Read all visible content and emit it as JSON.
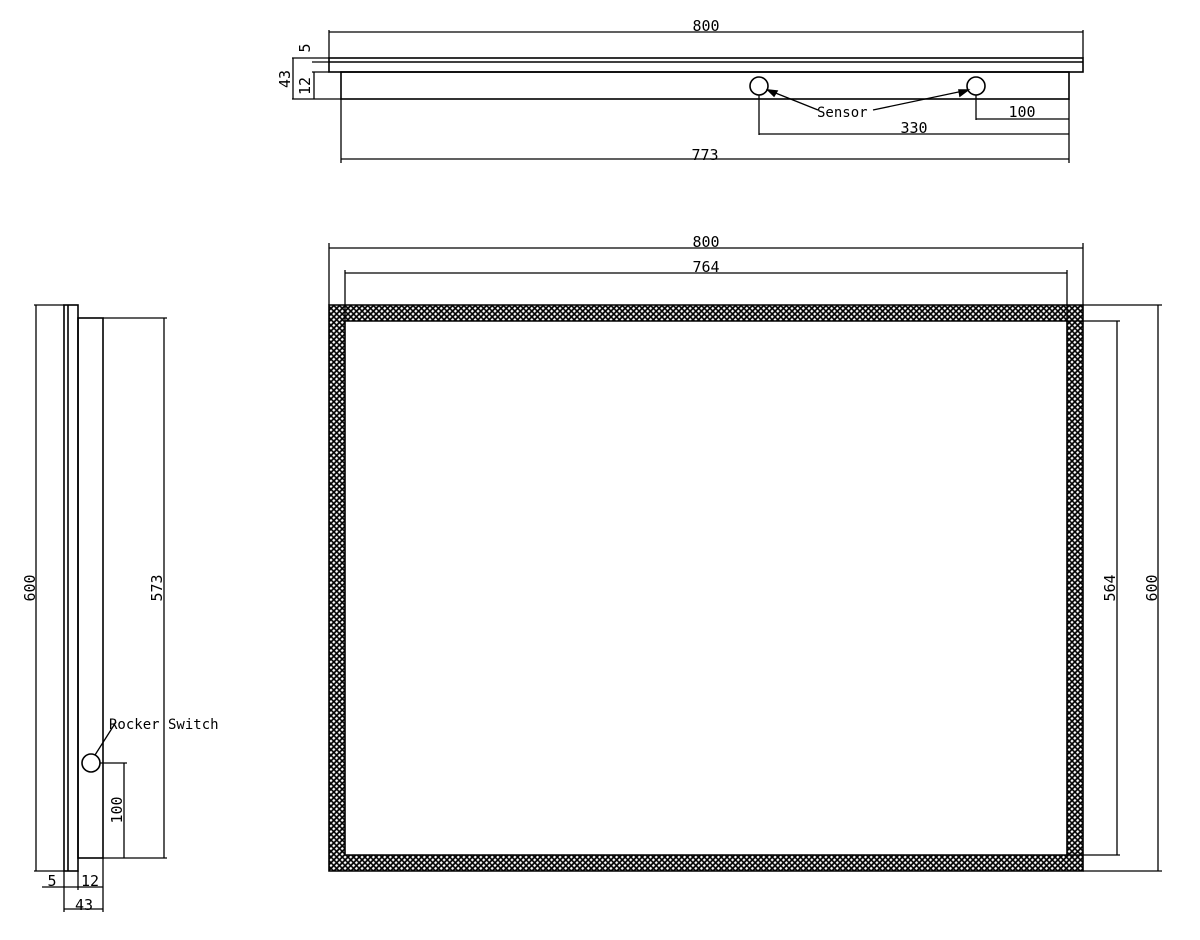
{
  "top_view": {
    "dim_width": "800",
    "dim_glass": "5",
    "dim_total_depth": "43",
    "dim_frame": "12",
    "sensor_label": "Sensor",
    "dim_sensor_right": "100",
    "dim_sensor_left": "330",
    "dim_back_width": "773"
  },
  "front_view": {
    "dim_width": "800",
    "dim_inner_width": "764",
    "dim_inner_height": "564",
    "dim_height": "600"
  },
  "side_view": {
    "dim_height": "600",
    "dim_back_height": "573",
    "switch_label": "Rocker Switch",
    "dim_switch_height": "100",
    "dim_glass": "5",
    "dim_frame": "12",
    "dim_depth": "43"
  }
}
